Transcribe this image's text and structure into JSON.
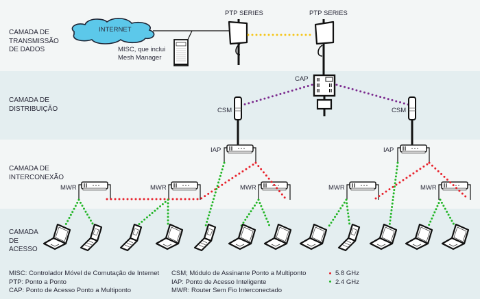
{
  "layers": [
    {
      "id": "transmission",
      "label": "CAMADA DE\nTRANSMISSÃO\nDE DADOS"
    },
    {
      "id": "distribution",
      "label": "CAMADA DE\nDISTRIBUIÇÃO"
    },
    {
      "id": "interconnection",
      "label": "CAMADA DE\nINTERCONEXÃO"
    },
    {
      "id": "access",
      "label": "CAMADA\nDE\nACESSO"
    }
  ],
  "devices": {
    "internet": "INTERNET",
    "misc": "MISC, que inclui",
    "misc_line2": "Mesh Manager",
    "ptp_left": "PTP SERIES",
    "ptp_right": "PTP SERIES",
    "cap": "CAP",
    "csm_left": "CSM",
    "csm_right": "CSM",
    "iap_left": "IAP",
    "iap_right": "IAP",
    "mwr": [
      "MWR",
      "MWR",
      "MWR",
      "MWR",
      "MWR"
    ]
  },
  "access_devices": [
    "laptop",
    "phone",
    "phone",
    "laptop",
    "phone",
    "laptop",
    "laptop",
    "laptop",
    "phone",
    "laptop",
    "laptop",
    "laptop"
  ],
  "legend": {
    "col1": [
      "MISC: Controlador Móvel de Comutação de Internet",
      "PTP: Ponto a Ponto",
      "CAP: Ponto de Acesso Ponto a Multiponto"
    ],
    "col2": [
      "CSM; Módulo de Assinante Ponto a Multiponto",
      "IAP: Ponto de Acesso Inteligente",
      "MWR: Router Sem Fio Interconectado"
    ],
    "frequencies": [
      {
        "label": "5.8 GHz",
        "color": "#e8202a"
      },
      {
        "label": "2.4 GHz",
        "color": "#22b526"
      }
    ]
  },
  "colors": {
    "link_5_8": "#e8202a",
    "link_2_4": "#22b526",
    "link_ptp": "#f5c518",
    "link_cap": "#7b2a8e",
    "cloud": "#5cc8ea"
  }
}
